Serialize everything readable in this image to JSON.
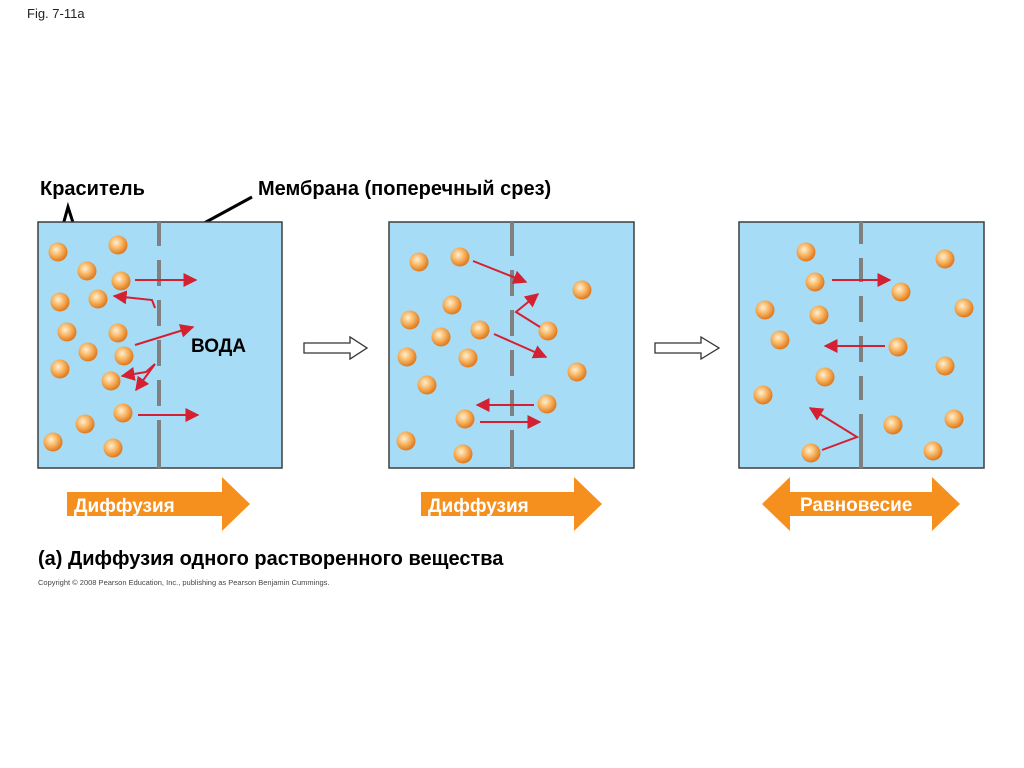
{
  "figure_label": "Fig. 7-11a",
  "labels": {
    "dye": "Краситель",
    "membrane": "Мембрана (поперечный срез)",
    "water": "ВОДА"
  },
  "panels": [
    {
      "arrow_label": "Диффузия"
    },
    {
      "arrow_label": "Диффузия"
    },
    {
      "arrow_label": "Равновесие"
    }
  ],
  "caption": "(a) Диффузия одного растворенного вещества",
  "copyright": "Copyright © 2008 Pearson Education, Inc., publishing as Pearson Benjamin Cummings.",
  "colors": {
    "water": "#a6dcf5",
    "frame": "#3f3f3f",
    "membrane": "#808080",
    "particle_outer": "#f0943a",
    "particle_inner": "#fff0d2",
    "motion_arrow": "#d42030",
    "flow_arrow": "#f5901e"
  }
}
